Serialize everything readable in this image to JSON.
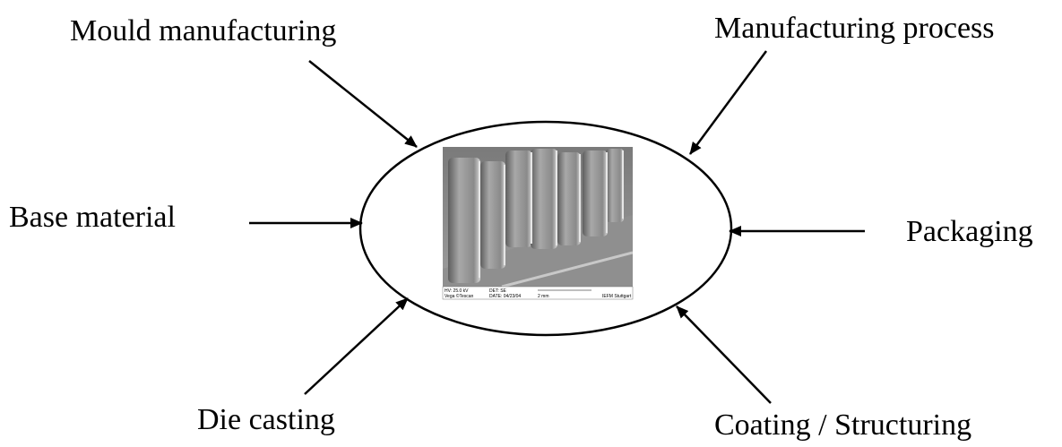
{
  "diagram": {
    "center_label": "",
    "factors": [
      {
        "label": "Mould manufacturing",
        "position": "top-left"
      },
      {
        "label": "Manufacturing process",
        "position": "top-right"
      },
      {
        "label": "Base material",
        "position": "left"
      },
      {
        "label": "Packaging",
        "position": "right"
      },
      {
        "label": "Die casting",
        "position": "bottom-left"
      },
      {
        "label": "Coating / Structuring",
        "position": "bottom-right"
      }
    ]
  },
  "sem_image": {
    "hv": "HV: 25.0 kV",
    "det": "DET: SE",
    "vega": "Vega ©Tescan",
    "date": "DATE: 04/23/04",
    "scale": "2 mm",
    "lab": "IEFM Stuttgart"
  }
}
